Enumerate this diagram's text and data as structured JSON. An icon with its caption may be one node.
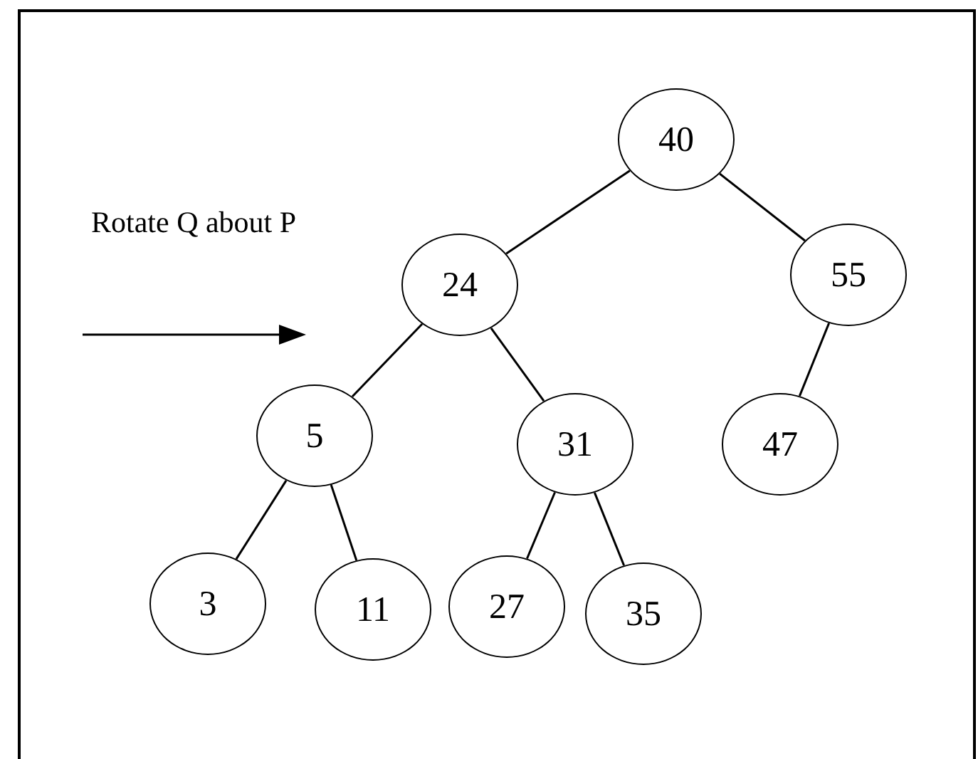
{
  "diagram": {
    "nodes": [
      {
        "text": [
          "40"
        ]
      },
      {
        "text": [
          "24"
        ]
      },
      {
        "text": [
          "55"
        ]
      },
      {
        "text": [
          "5"
        ]
      },
      {
        "text": [
          "31"
        ]
      },
      {
        "text": [
          "47"
        ]
      },
      {
        "text": [
          "3"
        ]
      },
      {
        "text": [
          "11"
        ]
      },
      {
        "text": [
          "27"
        ]
      },
      {
        "text": [
          "35"
        ]
      }
    ],
    "edges": [
      {
        "from": 0,
        "to": 1,
        "arrow": "none"
      },
      {
        "from": 0,
        "to": 2,
        "arrow": "none"
      },
      {
        "from": 1,
        "to": 3,
        "arrow": "none"
      },
      {
        "from": 1,
        "to": 4,
        "arrow": "none"
      },
      {
        "from": 2,
        "to": 5,
        "arrow": "none"
      },
      {
        "from": 3,
        "to": 6,
        "arrow": "none"
      },
      {
        "from": 3,
        "to": 7,
        "arrow": "none"
      },
      {
        "from": 4,
        "to": 8,
        "arrow": "none"
      },
      {
        "from": 4,
        "to": 9,
        "arrow": "none"
      }
    ],
    "labels": [
      "Rotate Q about P"
    ]
  }
}
